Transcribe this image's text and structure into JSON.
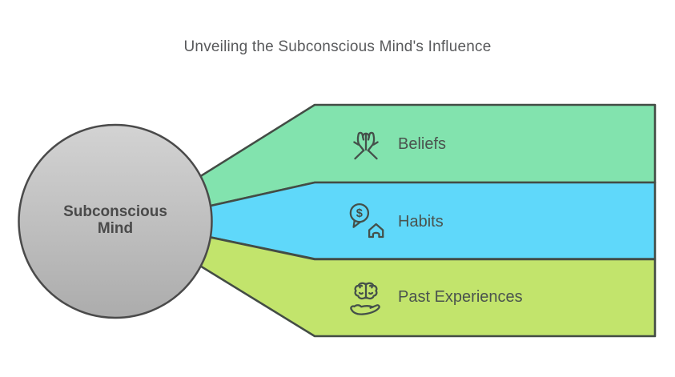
{
  "title": "Unveiling the Subconscious Mind's Influence",
  "center": {
    "label_line1": "Subconscious",
    "label_line2": "Mind",
    "fill_top": "#d3d3d3",
    "fill_bottom": "#acacac",
    "border_color": "#4a4a4a",
    "text_color": "#4a4a4a"
  },
  "items": [
    {
      "label": "Beliefs",
      "color": "#82e3ae",
      "icon": "praying-hands-icon"
    },
    {
      "label": "Habits",
      "color": "#5fd8fa",
      "icon": "dollar-chat-house-icon"
    },
    {
      "label": "Past Experiences",
      "color": "#c2e46c",
      "icon": "brain-in-hand-icon"
    }
  ],
  "icons": {
    "dollar_glyph": "$"
  },
  "style": {
    "background": "#ffffff",
    "outline_color": "#434c45",
    "icon_color": "#44504a",
    "label_color": "#4a534e",
    "title_color": "#58595b"
  }
}
